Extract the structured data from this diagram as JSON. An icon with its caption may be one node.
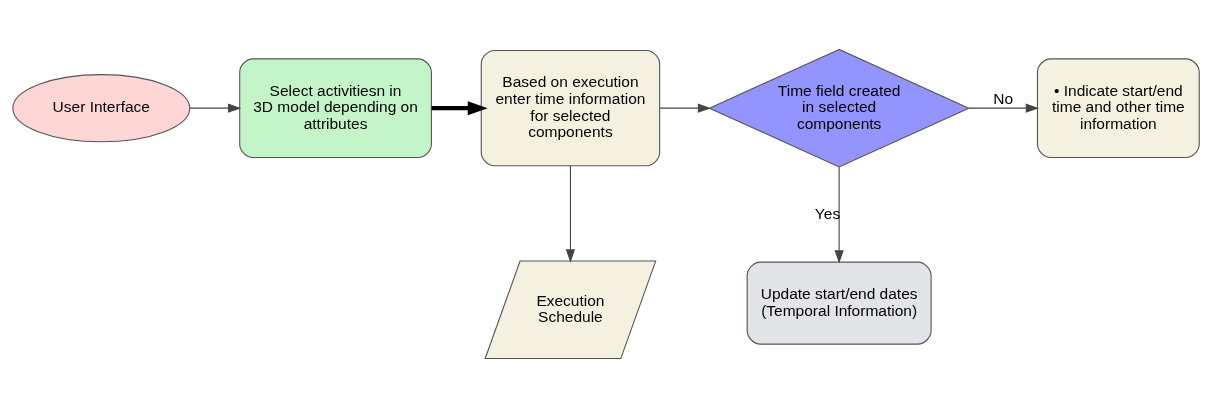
{
  "diagram": {
    "nodes": [
      {
        "text": [
          "User Interface"
        ]
      },
      {
        "text": [
          "Select activitiesn in 3D model depending on attributes"
        ]
      },
      {
        "text": [
          "Based on execution enter time information for selected components"
        ]
      },
      {
        "text": [
          "Time field created in selected components"
        ]
      },
      {
        "text": [
          "• Indicate start/end time and other time information"
        ]
      },
      {
        "text": [
          "Execution Schedule"
        ]
      },
      {
        "text": [
          "Update start/end dates (Temporal Information)"
        ]
      }
    ],
    "edges": [
      {
        "from": 0,
        "to": 1,
        "arrow": "to"
      },
      {
        "from": 1,
        "to": 2,
        "arrow": "to",
        "style": "thick"
      },
      {
        "from": 2,
        "to": 3,
        "arrow": "to"
      },
      {
        "from": 3,
        "to": 4,
        "arrow": "to",
        "label": "No"
      },
      {
        "from": 2,
        "to": 5,
        "arrow": "to"
      },
      {
        "from": 3,
        "to": 6,
        "arrow": "to",
        "label": "Yes"
      }
    ]
  }
}
